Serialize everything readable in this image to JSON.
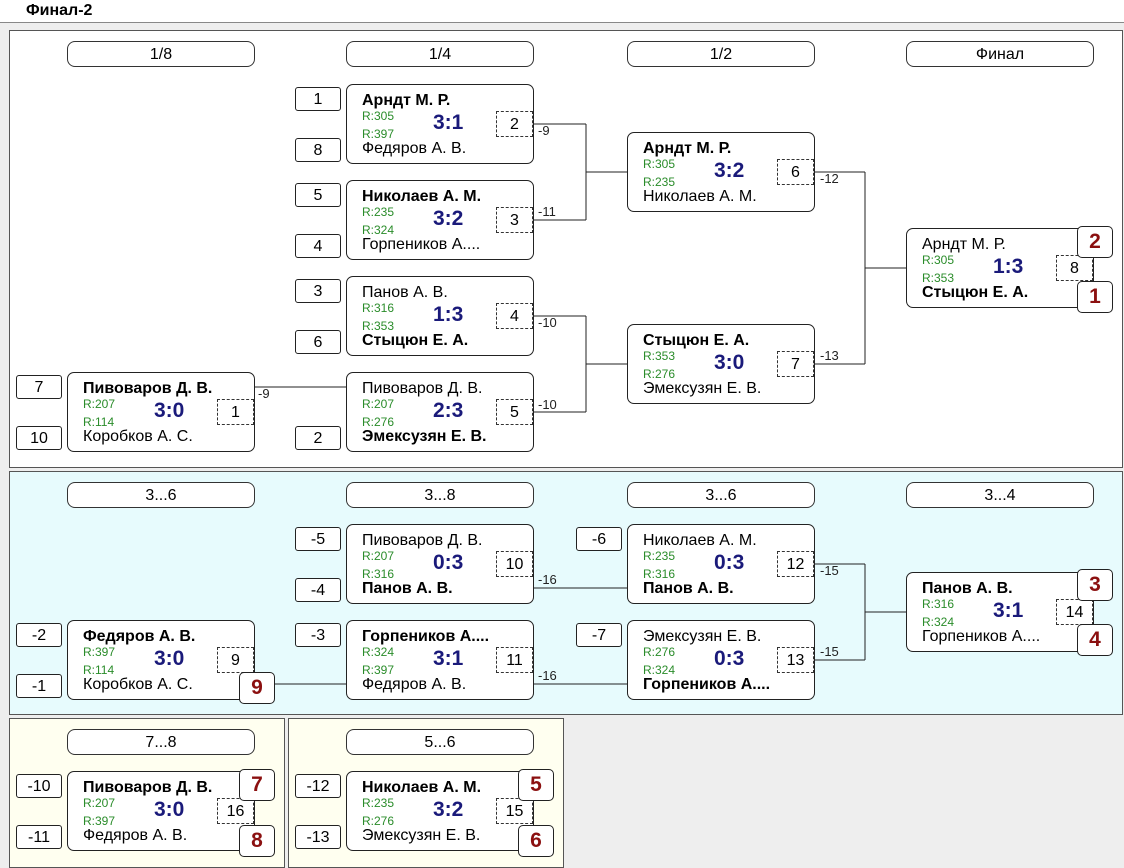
{
  "window_title": "Финал-2",
  "main": {
    "rounds": [
      "1/8",
      "1/4",
      "1/2",
      "Финал"
    ],
    "matches": [
      {
        "n": "1",
        "p1": "Пивоваров Д. В.",
        "p2": "Коробков А. С.",
        "r1": "R:207",
        "r2": "R:114",
        "score": "3:0",
        "win": 1,
        "s1": "7",
        "s2": "10",
        "note": "-9"
      },
      {
        "n": "2",
        "p1": "Арндт М. Р.",
        "p2": "Федяров А. В.",
        "r1": "R:305",
        "r2": "R:397",
        "score": "3:1",
        "win": 1,
        "s1": "1",
        "s2": "8",
        "note": "-9"
      },
      {
        "n": "3",
        "p1": "Николаев А. М.",
        "p2": "Горпеников А....",
        "r1": "R:235",
        "r2": "R:324",
        "score": "3:2",
        "win": 1,
        "s1": "5",
        "s2": "4",
        "note": "-11"
      },
      {
        "n": "4",
        "p1": "Панов А. В.",
        "p2": "Стыцюн Е. А.",
        "r1": "R:316",
        "r2": "R:353",
        "score": "1:3",
        "win": 2,
        "s1": "3",
        "s2": "6",
        "note": "-10"
      },
      {
        "n": "5",
        "p1": "Пивоваров Д. В.",
        "p2": "Эмексузян Е. В.",
        "r1": "R:207",
        "r2": "R:276",
        "score": "2:3",
        "win": 2,
        "s2": "2",
        "note": "-10"
      },
      {
        "n": "6",
        "p1": "Арндт М. Р.",
        "p2": "Николаев А. М.",
        "r1": "R:305",
        "r2": "R:235",
        "score": "3:2",
        "win": 1,
        "note": "-12"
      },
      {
        "n": "7",
        "p1": "Стыцюн Е. А.",
        "p2": "Эмексузян Е. В.",
        "r1": "R:353",
        "r2": "R:276",
        "score": "3:0",
        "win": 1,
        "note": "-13"
      },
      {
        "n": "8",
        "p1": "Арндт М. Р.",
        "p2": "Стыцюн Е. А.",
        "r1": "R:305",
        "r2": "R:353",
        "score": "1:3",
        "win": 2,
        "place1": "2",
        "place2": "1"
      }
    ]
  },
  "consolation": {
    "rounds": [
      "3...6",
      "3...8",
      "3...6",
      "3...4"
    ],
    "matches": [
      {
        "n": "9",
        "p1": "Федяров А. В.",
        "p2": "Коробков А. С.",
        "r1": "R:397",
        "r2": "R:114",
        "score": "3:0",
        "win": 1,
        "s1": "-2",
        "s2": "-1",
        "place2": "9"
      },
      {
        "n": "10",
        "p1": "Пивоваров Д. В.",
        "p2": "Панов А. В.",
        "r1": "R:207",
        "r2": "R:316",
        "score": "0:3",
        "win": 2,
        "s1": "-5",
        "s2": "-4",
        "note": "-16"
      },
      {
        "n": "11",
        "p1": "Горпеников А....",
        "p2": "Федяров А. В.",
        "r1": "R:324",
        "r2": "R:397",
        "score": "3:1",
        "win": 1,
        "s1": "-3",
        "note": "-16"
      },
      {
        "n": "12",
        "p1": "Николаев А. М.",
        "p2": "Панов А. В.",
        "r1": "R:235",
        "r2": "R:316",
        "score": "0:3",
        "win": 2,
        "s1": "-6",
        "note": "-15"
      },
      {
        "n": "13",
        "p1": "Эмексузян Е. В.",
        "p2": "Горпеников А....",
        "r1": "R:276",
        "r2": "R:324",
        "score": "0:3",
        "win": 2,
        "s1": "-7",
        "note": "-15"
      },
      {
        "n": "14",
        "p1": "Панов А. В.",
        "p2": "Горпеников А....",
        "r1": "R:316",
        "r2": "R:324",
        "score": "3:1",
        "win": 1,
        "place1": "3",
        "place2": "4"
      }
    ]
  },
  "bottom": [
    {
      "round": "7...8",
      "n": "16",
      "p1": "Пивоваров Д. В.",
      "p2": "Федяров А. В.",
      "r1": "R:207",
      "r2": "R:397",
      "score": "3:0",
      "win": 1,
      "s1": "-10",
      "s2": "-11",
      "place1": "7",
      "place2": "8"
    },
    {
      "round": "5...6",
      "n": "15",
      "p1": "Николаев А. М.",
      "p2": "Эмексузян Е. В.",
      "r1": "R:235",
      "r2": "R:276",
      "score": "3:2",
      "win": 1,
      "s1": "-12",
      "s2": "-13",
      "place1": "5",
      "place2": "6"
    }
  ]
}
